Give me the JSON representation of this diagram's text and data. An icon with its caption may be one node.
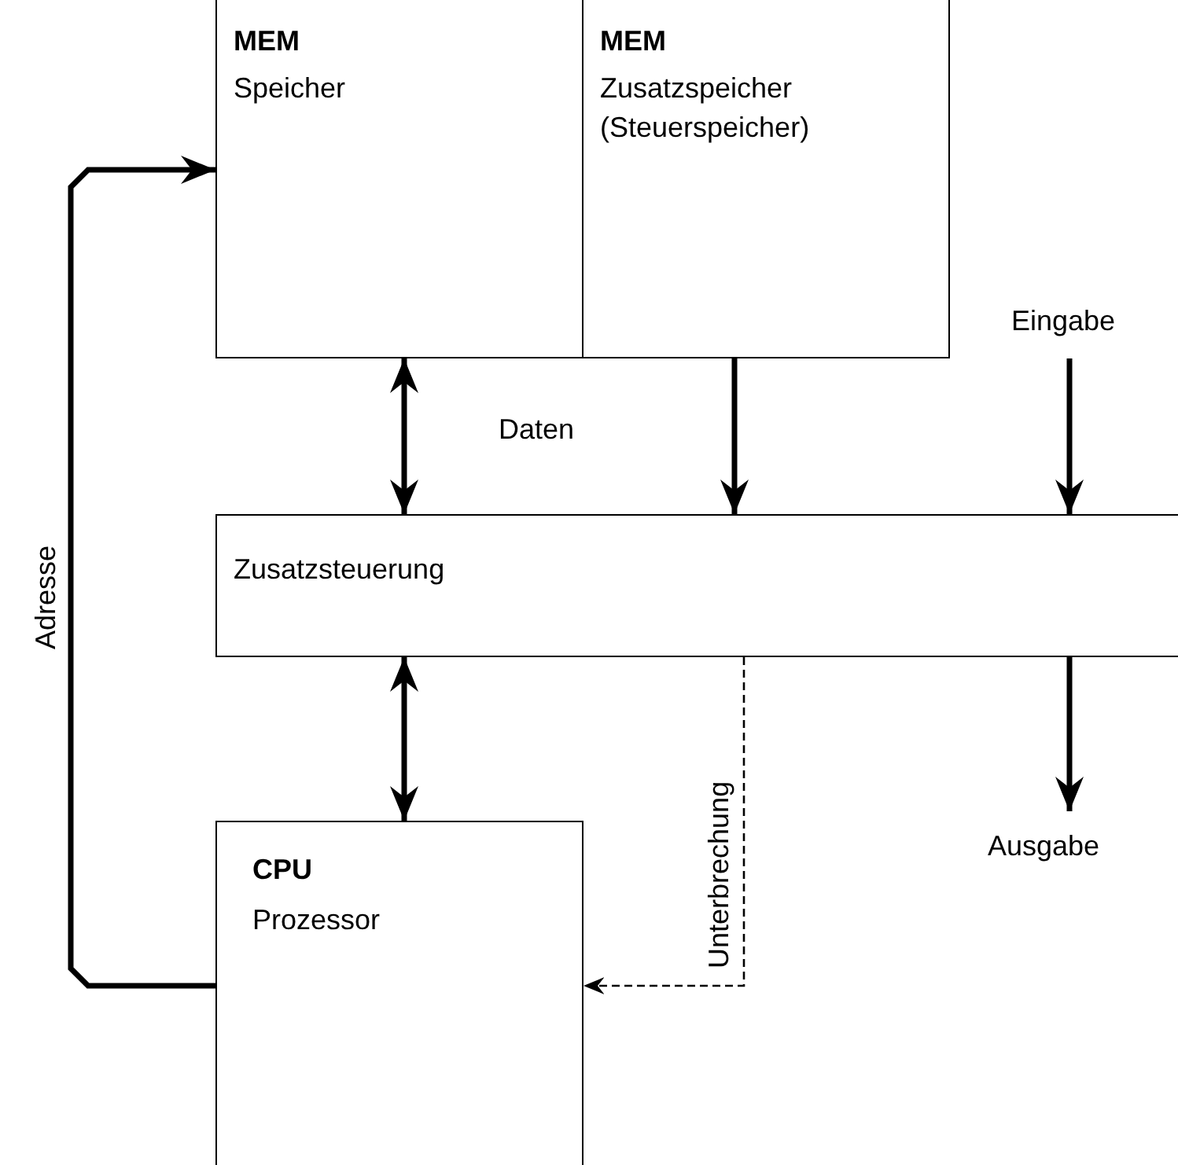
{
  "diagram": {
    "nodes": [
      {
        "text": [
          "MEM",
          "Speicher"
        ]
      },
      {
        "text": [
          "MEM",
          "Zusatzspeicher (Steuerspeicher)"
        ]
      },
      {
        "text": [
          "Zusatzsteuerung"
        ]
      },
      {
        "text": [
          "CPU",
          "Prozessor"
        ]
      },
      {
        "text": [
          "Eingabe"
        ]
      },
      {
        "text": [
          "Ausgabe"
        ]
      }
    ],
    "edges": [
      {
        "from": 0,
        "to": 2,
        "arrow": "both"
      },
      {
        "from": 1,
        "to": 2,
        "arrow": "to"
      },
      {
        "from": 4,
        "to": 2,
        "arrow": "to"
      },
      {
        "from": 2,
        "to": 5,
        "arrow": "to"
      },
      {
        "from": 2,
        "to": 3,
        "arrow": "both"
      },
      {
        "from": 2,
        "to": 3,
        "arrow": "to",
        "label": "Unterbrechung",
        "style": "dashed"
      },
      {
        "from": 3,
        "to": 0,
        "arrow": "to",
        "label": "Adresse"
      }
    ],
    "labels": [
      "Daten"
    ]
  }
}
